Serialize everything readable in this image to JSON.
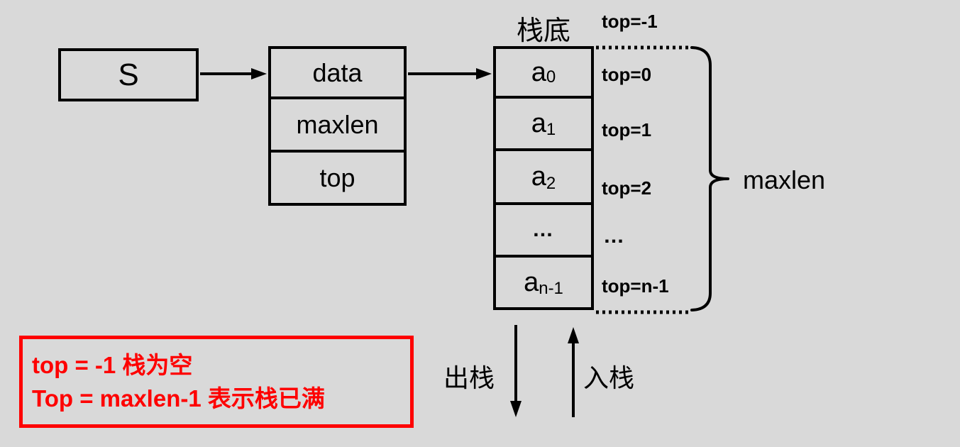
{
  "diagram": {
    "title": "sequential-stack-structure",
    "pointer_box": {
      "label": "S"
    },
    "struct_box": {
      "fields": [
        "data",
        "maxlen",
        "top"
      ]
    },
    "stack": {
      "bottom_label": "栈底",
      "cells": [
        {
          "base": "a",
          "sub": "0"
        },
        {
          "base": "a",
          "sub": "1"
        },
        {
          "base": "a",
          "sub": "2"
        },
        {
          "base": "…",
          "sub": ""
        },
        {
          "base": "a",
          "sub": "n-1"
        }
      ],
      "top_labels": [
        "top=-1",
        "top=0",
        "top=1",
        "top=2",
        "…",
        "top=n-1"
      ]
    },
    "brace_label": "maxlen",
    "pop_label": "出栈",
    "push_label": "入栈",
    "note": {
      "line1": "top = -1 栈为空",
      "line2": "Top = maxlen-1 表示栈已满"
    },
    "colors": {
      "background": "#d9d9d9",
      "line": "#000000",
      "accent_red": "#fe0000"
    }
  }
}
